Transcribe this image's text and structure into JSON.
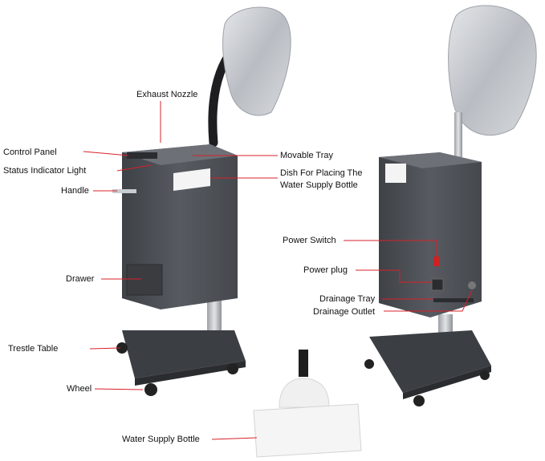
{
  "labels": {
    "exhaust_nozzle": "Exhaust Nozzle",
    "control_panel": "Control Panel",
    "status_indicator_light": "Status Indicator Light",
    "handle": "Handle",
    "drawer": "Drawer",
    "trestle_table": "Trestle Table",
    "wheel": "Wheel",
    "water_supply_bottle": "Water Supply Bottle",
    "movable_tray": "Movable Tray",
    "dish_line1": "Dish For Placing The",
    "dish_line2": "Water Supply Bottle",
    "power_switch": "Power Switch",
    "power_plug": "Power plug",
    "drainage_tray": "Drainage Tray",
    "drainage_outlet": "Drainage Outlet"
  },
  "colors": {
    "leader_line": "#d8202a",
    "body_dark": "#4a4d52",
    "body_mid": "#5c6066",
    "silver_cover": "#c9ccd1",
    "bottle": "#f2f2f2"
  }
}
